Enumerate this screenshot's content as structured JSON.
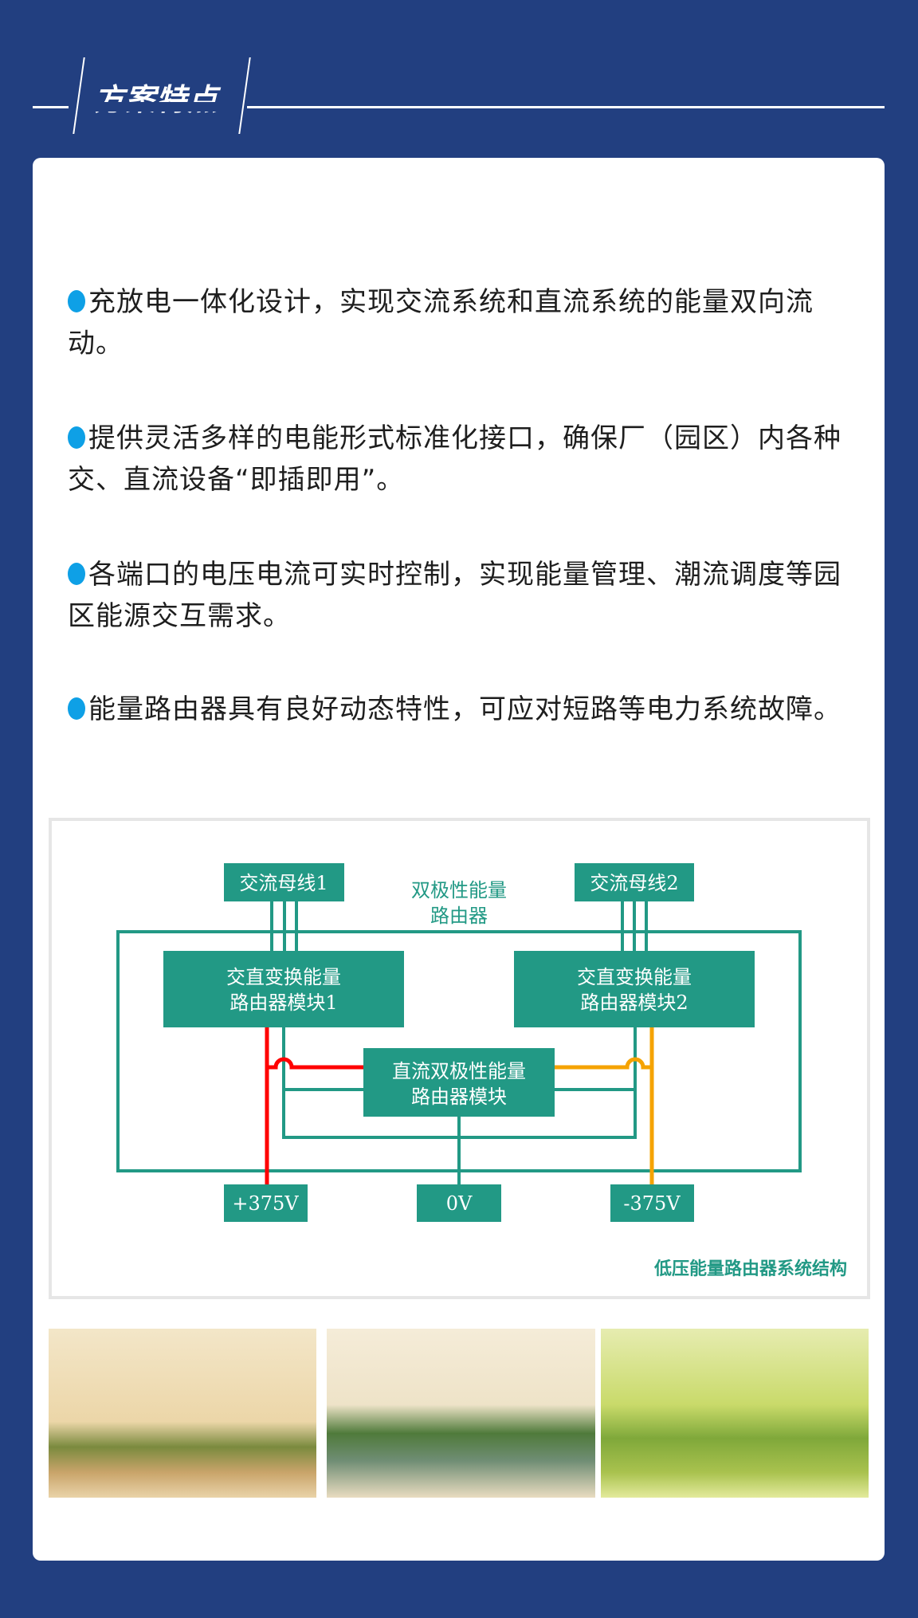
{
  "header": {
    "title": "方案特点"
  },
  "features": [
    "充放电一体化设计，实现交流系统和直流系统的能量双向流动。",
    "提供灵活多样的电能形式标准化接口，确保厂（园区）内各种交、直流设备“即插即用”。",
    "各端口的电压电流可实时控制，实现能量管理、潮流调度等园区能源交互需求。",
    "能量路由器具有良好动态特性，可应对短路等电力系统故障。"
  ],
  "diagram": {
    "bus1": "交流母线1",
    "bus2": "交流母线2",
    "router_label_line1": "双极性能量",
    "router_label_line2": "路由器",
    "module1_line1": "交直变换能量",
    "module1_line2": "路由器模块1",
    "module2_line1": "交直变换能量",
    "module2_line2": "路由器模块2",
    "dc_module_line1": "直流双极性能量",
    "dc_module_line2": "路由器模块",
    "pos": "+375V",
    "zero": "0V",
    "neg": "-375V",
    "caption": "低压能量路由器系统结构",
    "colors": {
      "teal": "#229985",
      "positive": "#ff0000",
      "negative": "#f5a300"
    }
  },
  "photos": [
    "green-energy-village-icon",
    "solar-park-island-icon",
    "green-hill-solar-icon"
  ]
}
